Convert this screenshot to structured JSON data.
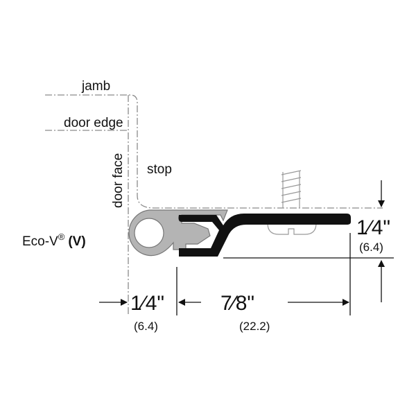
{
  "labels": {
    "jamb": "jamb",
    "door_edge": "door edge",
    "door_face": "door face",
    "stop": "stop",
    "product": "Eco-V",
    "registered": "®",
    "product_code": "(V)"
  },
  "dimensions": {
    "left_width": {
      "inch": "1⁄4\"",
      "mm": "(6.4)"
    },
    "flange_width": {
      "inch": "7⁄8\"",
      "mm": "(22.2)"
    },
    "height": {
      "inch": "1⁄4\"",
      "mm": "(6.4)"
    }
  },
  "colors": {
    "bulb": "#b4b4b4",
    "flange": "#111111",
    "lines": "#8a8a8a"
  }
}
